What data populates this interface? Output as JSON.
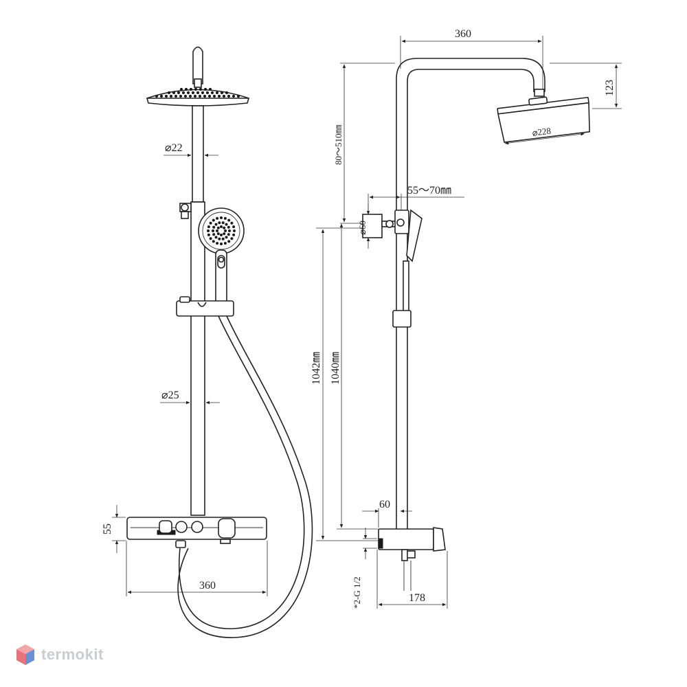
{
  "brand": {
    "name": "termokit",
    "logo_colors": {
      "top": "#f2a7a7",
      "left": "#e8737a",
      "right": "#6c8fd6"
    }
  },
  "dimensions": {
    "front": {
      "overhead_pipe_diameter": "⌀22",
      "column_diameter": "⌀25",
      "shelf_height": "55",
      "shelf_width": "360"
    },
    "side": {
      "arm_reach": "360",
      "head_drop": "123",
      "head_diameter": "⌀228",
      "height_adjust": "80～510㎜",
      "bracket_offset": "55～70㎜",
      "bracket_diameter": "⌀60",
      "total_height_a": "1042㎜",
      "total_height_b": "1040㎜",
      "mixer_offset": "60",
      "inlet_thread": "*2-G 1/2",
      "mixer_depth": "178"
    }
  }
}
